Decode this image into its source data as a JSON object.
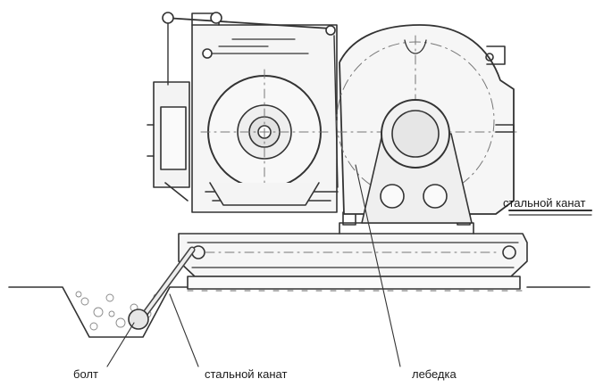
{
  "labels": {
    "steel_rope_right": "стальной канат",
    "winch": "лебедка",
    "steel_rope_bottom": "стальной канат",
    "bolt": "болт"
  }
}
